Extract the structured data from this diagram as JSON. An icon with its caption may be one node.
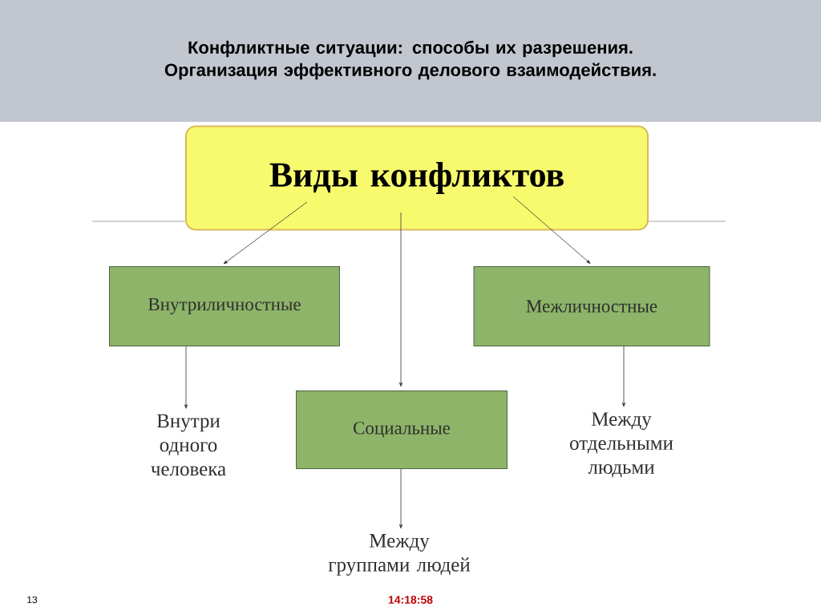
{
  "diagram": {
    "title": "Конфликтные ситуации: способы их разрешения. Организация эффективного делового взаимодействия.",
    "nodes": [
      {
        "text": [
          "Виды конфликтов"
        ]
      },
      {
        "text": [
          "Внутриличностные"
        ]
      },
      {
        "text": [
          "Межличностные"
        ]
      },
      {
        "text": [
          "Социальные"
        ]
      },
      {
        "text": [
          "Внутри одного человека"
        ]
      },
      {
        "text": [
          "Между отдельными людьми"
        ]
      },
      {
        "text": [
          "Между группами людей"
        ]
      }
    ],
    "edges": [
      {
        "from": 0,
        "to": 1,
        "arrow": "to"
      },
      {
        "from": 0,
        "to": 3,
        "arrow": "to"
      },
      {
        "from": 0,
        "to": 2,
        "arrow": "to"
      },
      {
        "from": 1,
        "to": 4,
        "arrow": "to"
      },
      {
        "from": 2,
        "to": 5,
        "arrow": "to"
      },
      {
        "from": 3,
        "to": 6,
        "arrow": "to"
      }
    ],
    "labels": [
      "13",
      "14:18:58"
    ]
  }
}
